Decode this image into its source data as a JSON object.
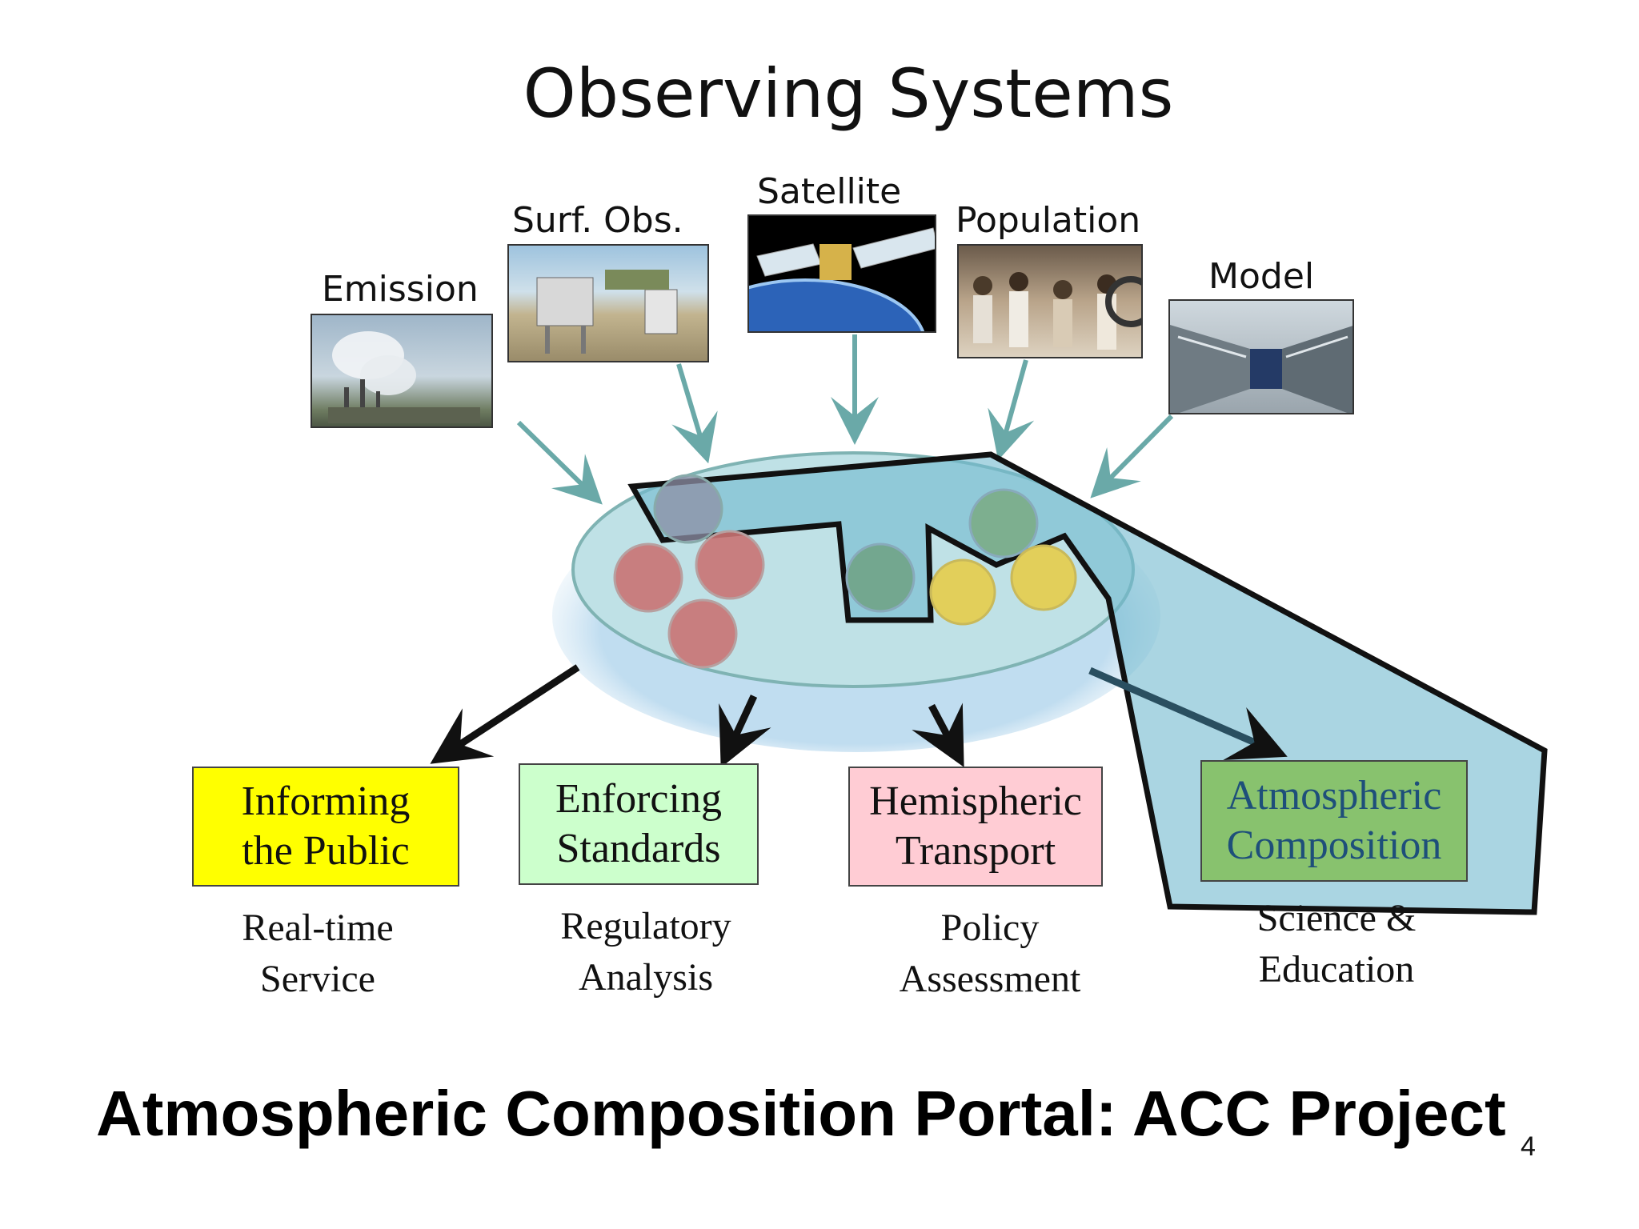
{
  "title": "Observing Systems",
  "sources": [
    {
      "label": "Emission",
      "icon": "smokestack-photo"
    },
    {
      "label": "Surf. Obs.",
      "icon": "surface-station-photo"
    },
    {
      "label": "Satellite",
      "icon": "satellite-photo"
    },
    {
      "label": "Population",
      "icon": "crowd-photo"
    },
    {
      "label": "Model",
      "icon": "supercomputer-photo"
    }
  ],
  "outputs": [
    {
      "box": "Informing\nthe Public",
      "caption": "Real-time\nService",
      "color": "#ffff00"
    },
    {
      "box": "Enforcing\nStandards",
      "caption": "Regulatory\nAnalysis",
      "color": "#ccffcc"
    },
    {
      "box": "Hemispheric\nTransport",
      "caption": "Policy\nAssessment",
      "color": "#ffccd4"
    },
    {
      "box": "Atmospheric\nComposition",
      "caption": "Science &\nEducation",
      "color": "#88c26e"
    }
  ],
  "colors": {
    "arrow_teal": "#6aa9a8",
    "ellipse_fill": "#bfe1e6",
    "highlight_fill": "#72b9cf",
    "dot_red": "#c97373",
    "dot_yellow": "#e2cf5a",
    "dot_green": "#7aaa82"
  },
  "footer": {
    "title": "Atmospheric Composition Portal: ACC Project",
    "page_number": "4"
  }
}
